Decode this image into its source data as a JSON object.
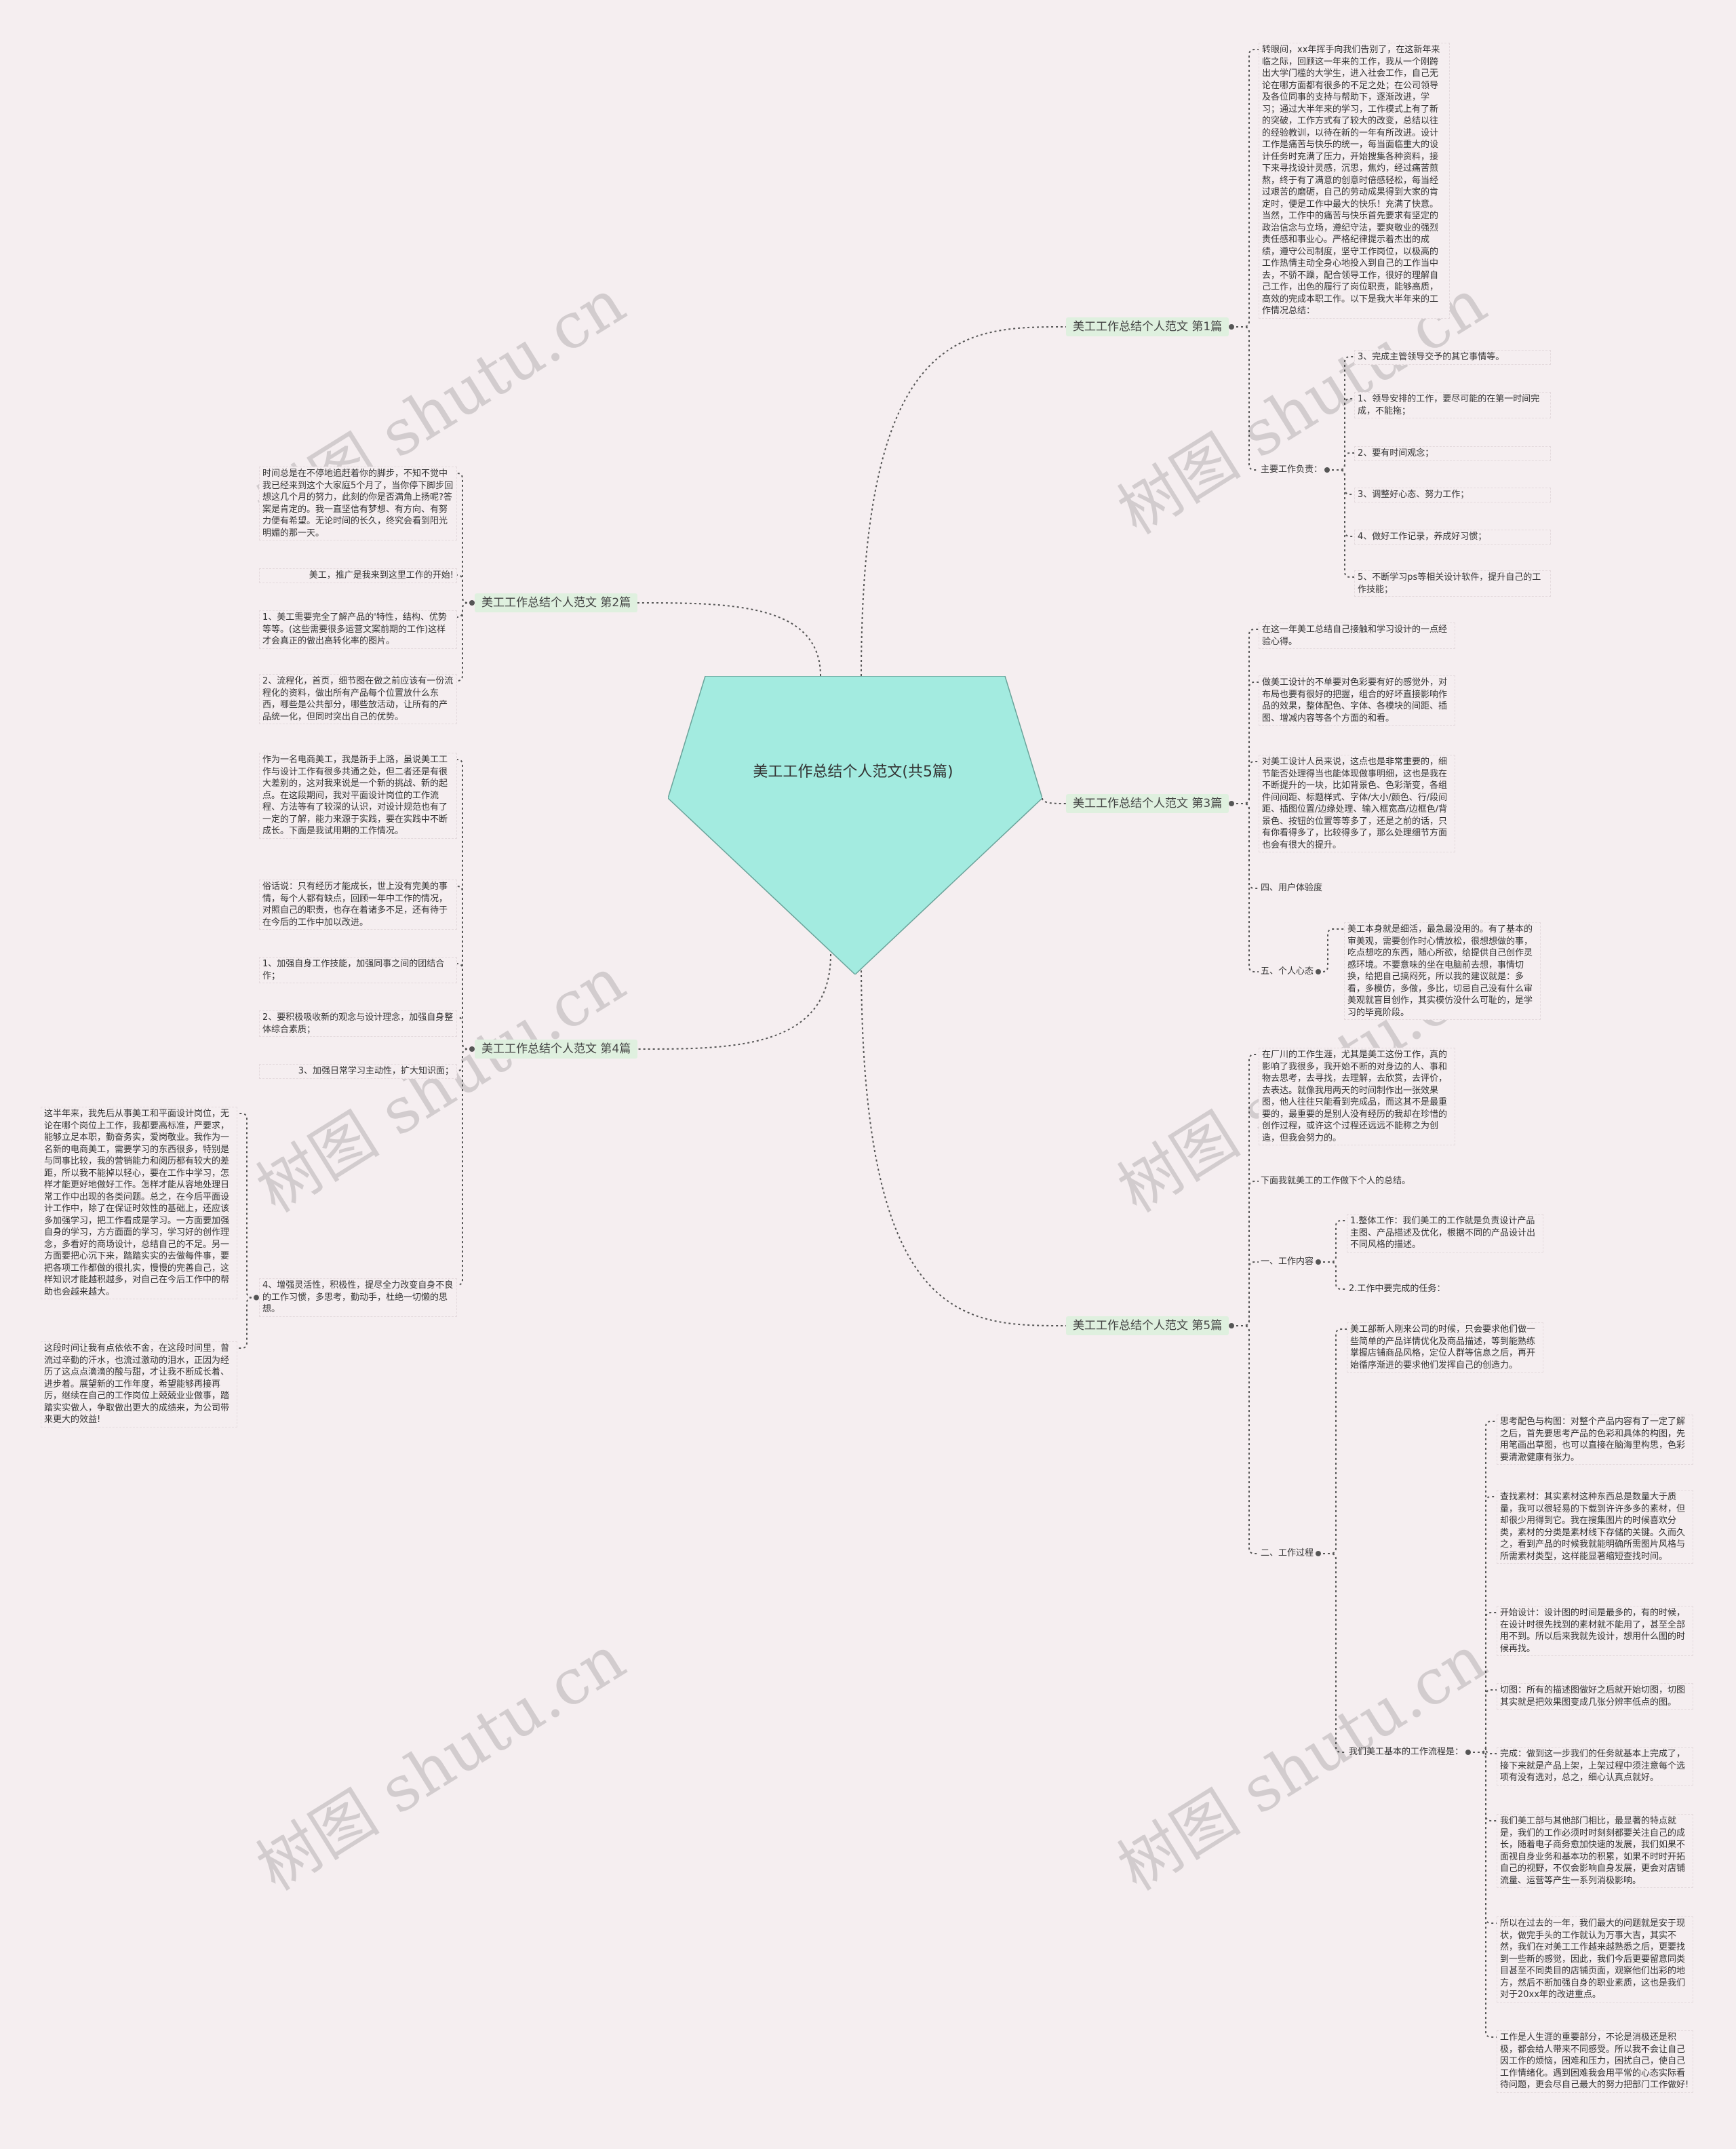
{
  "center": {
    "title": "美工工作总结个人范文(共5篇)",
    "color": "#a3ebe0"
  },
  "watermark": "树图 shutu.cn",
  "branches": {
    "b1": "美工工作总结个人范文 第1篇",
    "b2": "美工工作总结个人范文 第2篇",
    "b3": "美工工作总结个人范文 第3篇",
    "b4": "美工工作总结个人范文 第4篇",
    "b5": "美工工作总结个人范文 第5篇"
  },
  "b1": {
    "intro": "转眼间，xx年挥手向我们告别了，在这新年来临之际，回顾这一年来的工作，我从一个刚跨出大学门槛的大学生，进入社会工作，自己无论在哪方面都有很多的不足之处；在公司领导及各位同事的支持与帮助下，逐渐改进，学习；通过大半年来的学习，工作模式上有了新的突破，工作方式有了较大的改变，总结以往的经验教训，以待在新的一年有所改进。设计工作是痛苦与快乐的统一，每当面临重大的设计任务时充满了压力，开始搜集各种资料，接下来寻找设计灵感，沉思，焦灼，经过痛苦煎熬，终于有了满意的创意时倍感轻松，每当经过艰苦的磨砺，自己的劳动成果得到大家的肯定时，便是工作中最大的快乐！充满了快意。当然，工作中的痛苦与快乐首先要求有坚定的政治信念与立场，遵纪守法，要爽敬业的强烈责任感和事业心。严格纪律提示着杰出的成绩，遵守公司制度，坚守工作岗位，以极高的工作热情主动全身心地投入到自己的工作当中去，不骄不躁，配合领导工作，很好的理解自己工作，出色的履行了岗位职责，能够高质，高效的完成本职工作。以下是我大半年来的工作情况总结：",
    "duty_label": "主要工作负责：",
    "duties": [
      "3、完成主管领导交予的其它事情等。",
      "1、领导安排的工作，要尽可能的在第一时间完成，不能拖；",
      "2、要有时间观念；",
      "3、调整好心态、努力工作；",
      "4、做好工作记录，养成好习惯；",
      "5、不断学习ps等相关设计软件，提升自己的工作技能；"
    ]
  },
  "b2": {
    "items": [
      "时间总是在不停地追赶着你的脚步，不知不觉中我已经来到这个大家庭5个月了，当你停下脚步回想这几个月的努力，此刻的你是否满角上扬呢?答案是肯定的。我一直坚信有梦想、有方向、有努力便有希望。无论时间的长久，终究会看到阳光明媚的那一天。",
      "美工，推广是我来到这里工作的开始!",
      "1、美工需要完全了解产品的'特性，结构、优势等等。(这些需要很多运营文案前期的工作)这样才会真正的做出高转化率的图片。",
      "2、流程化，首页，细节图在做之前应该有一份流程化的资料，做出所有产品每个位置放什么东西，哪些是公共部分，哪些放活动，让所有的产品统一化，但同时突出自己的优势。"
    ]
  },
  "b3": {
    "items": [
      "在这一年美工总结自己接触和学习设计的一点经验心得。",
      "做美工设计的不单要对色彩要有好的感觉外，对布局也要有很好的把握，组合的好坏直接影响作品的效果，整体配色、字体、各模块的间距、插图、增减内容等各个方面的和看。",
      "对美工设计人员来说，这点也是非常重要的，细节能否处理得当也能体现做事明细，这也是我在不断提升的一块，比如背景色、色彩渐变，各组件间间距、标题样式、字体/大小/颜色、行/段间距、插图位置/边缘处理、输入框宽高/边框色/背景色、按钮的位置等等多了，还是之前的话，只有你看得多了，比较得多了，那么处理细节方面也会有很大的提升。",
      "四、用户体验度"
    ],
    "mind_label": "五、个人心态",
    "mind": "美工本身就是细活，最急最没用的。有了基本的审美观，需要创作时心情放松，很想想做的事，吃点想吃的东西，随心所欲，给提供自己创作灵感环境。不要意味的坐在电脑前去想，事情切换，给把自己搞闷死，所以我的建议就是：多看，多模仿，多做，多比，切忌自己没有什么审美观就盲目创作，其实模仿没什么可耻的，是学习的毕竟阶段。"
  },
  "b4": {
    "items": [
      "作为一名电商美工，我是新手上路，虽说美工工作与设计工作有很多共通之处，但二者还是有很大差别的，这对我来说是一个新的挑战、新的起点。在这段期间，我对平面设计岗位的工作流程、方法等有了较深的认识，对设计规范也有了一定的了解，能力来源于实践，要在实践中不断成长。下面是我试用期的工作情况。",
      "俗话说：只有经历才能成长，世上没有完美的事情，每个人都有缺点，回顾一年中工作的情况，对照自己的职责，也存在着诸多不足，还有待于在今后的工作中加以改进。",
      "1、加强自身工作技能，加强同事之间的团结合作；",
      "2、要积极吸收新的观念与设计理念，加强自身整体综合素质；",
      "3、加强日常学习主动性，扩大知识面；",
      "4、增强灵活性，积极性，提尽全力改变自身不良的工作习惯，多思考，勤动手，杜绝一切懒的思想。"
    ],
    "sub": [
      "这半年来，我先后从事美工和平面设计岗位，无论在哪个岗位上工作，我都要高标准，严要求，能够立足本职，勤奋务实，爱岗敬业。我作为一名新的电商美工，需要学习的东西很多，特别是与同事比较，我的营销能力和阅历都有较大的差距，所以我不能掉以轻心，要在工作中学习，怎样才能更好地做好工作。怎样才能从容地处理日常工作中出现的各类问题。总之，在今后平面设计工作中，除了在保证时效性的基础上，还应该多加强学习，把工作看成是学习。一方面要加强自身的学习，方方面面的学习，学习好的创作理念，多看好的商场设计，总结自己的不足。另一方面要把心沉下来，踏踏实实的去做每件事，要把各项工作都做的很扎实，慢慢的完善自己，这样知识才能越积越多，对自己在今后工作中的帮助也会越来越大。",
      "这段时间让我有点依依不舍，在这段时间里，曾流过辛勤的汗水，也流过激动的泪水，正因为经历了这点点滴滴的酸与甜，才让我不断成长着、进步着。展望新的工作年度，希望能够再接再厉，继续在自己的工作岗位上兢兢业业做事，踏踏实实做人，争取做出更大的成绩来，为公司带来更大的效益!"
    ]
  },
  "b5": {
    "top": "在厂川的工作生涯，尤其是美工这份工作，真的影响了我很多，我开始不断的对身边的人、事和物去思考，去寻找，去理解，去欣赏，去评价，去表达。就像我用两天的时间制作出一张效果图，他人往往只能看到完成品，而这其不是最重要的，最重要的是别人没有经历的我却在珍惜的创作过程，或许这个过程还远远不能称之为创造，但我会努力的。",
    "summary": "下面我就美工的工作做下个人的总结。",
    "content_label": "一、工作内容",
    "content": [
      "1.整体工作：我们美工的工作就是负责设计产品主图、产品描述及优化，根据不同的产品设计出不同风格的描述。",
      "2.工作中要完成的任务："
    ],
    "process_label": "二、工作过程",
    "process_intro": "美工部新人刚来公司的时候，只会要求他们做一些简单的产品详情优化及商品描述，等到能熟练掌握店铺商品风格，定位人群等信息之后，再开始循序渐进的要求他们发挥自己的创造力。",
    "flow_label": "我们美工基本的工作流程是：",
    "flow": [
      "思考配色与构图：对整个产品内容有了一定了解之后，首先要思考产品的色彩和具体的构图，先用笔画出草图，也可以直接在脑海里构思，色彩要清澈健康有张力。",
      "查找素材：其实素材这种东西总是数量大于质量，我可以很轻易的下载到许许多多的素材，但却很少用得到它。我在搜集图片的时候喜欢分类，素材的分类是素材线下存储的关键。久而久之，看到产品的时候我就能明确所需图片风格与所需素材类型，这样能显著缩短查找时间。",
      "开始设计：设计图的时间是最多的，有的时候，在设计时很先找到的素材就不能用了，甚至全部用不到。所以后来我就先设计，想用什么图的时候再找。",
      "切图：所有的描述图做好之后就开始切图，切图其实就是把效果图变成几张分辨率低点的图。",
      "完成：做到这一步我们的任务就基本上完成了，接下来就是产品上架，上架过程中须注意每个选项有没有选对，总之，细心认真点就好。",
      "我们美工部与其他部门相比，最显著的特点就是，我们的工作必须时时刻刻都要关注自己的成长，随着电子商务愈加快速的发展，我们如果不面视自身业务和基本功的积累，如果不时时开拓自己的视野，不仅会影响自身发展，更会对店铺流量、运营等产生一系列消极影响。",
      "所以在过去的一年，我们最大的问题就是安于现状，做完手头的工作就认为万事大吉，其实不然，我们在对美工工作越来越熟悉之后，更要找到一些新的感觉，因此，我们今后更要留意同类目甚至不同类目的店铺页面，观察他们出彩的地方，然后不断加强自身的职业素质，这也是我们对于20xx年的改进重点。",
      "工作是人生涯的重要部分，不论是消极还是积极，都会给人带来不同感受。所以我不会让自己因工作的烦恼，困难和压力，困扰自己，使自己工作情绪化。遇到困难我会用平常的心态实际看待问题，更会尽自己最大的努力把部门工作做好!"
    ]
  }
}
